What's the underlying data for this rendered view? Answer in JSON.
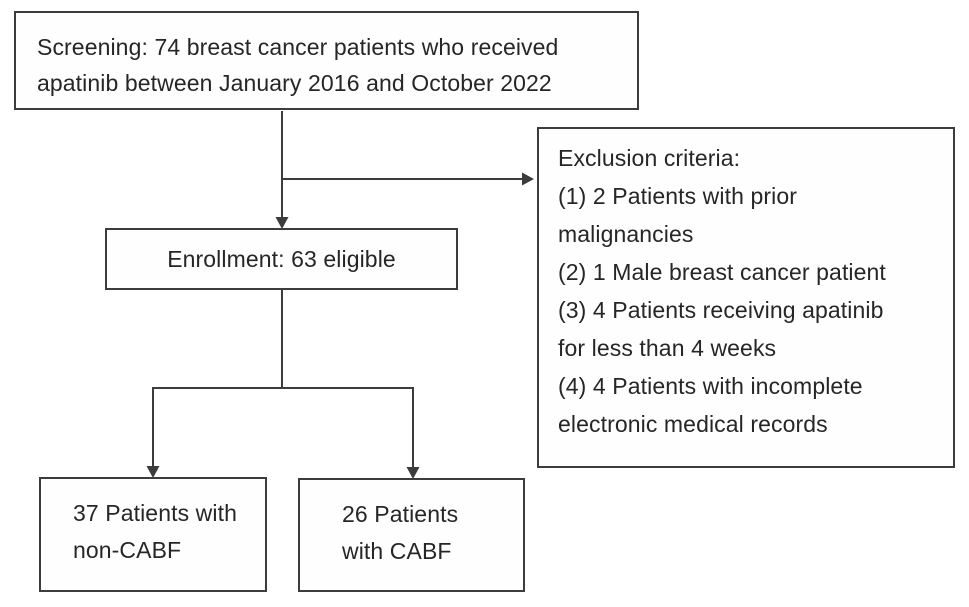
{
  "colors": {
    "background": "#ffffff",
    "box_border": "#3c3c3c",
    "connector": "#3c3c3c",
    "text": "#262626"
  },
  "screening_box": {
    "lines": [
      "Screening: 74 breast cancer patients who received",
      "apatinib between January 2016 and October 2022"
    ]
  },
  "exclusion_box": {
    "lines": [
      "Exclusion criteria:",
      "(1) 2 Patients with prior",
      "malignancies",
      "(2) 1 Male breast cancer patient",
      "(3) 4 Patients receiving apatinib",
      "for less than 4 weeks",
      "(4) 4 Patients with incomplete",
      "electronic medical records"
    ]
  },
  "enrollment_box": {
    "text": "Enrollment: 63 eligible"
  },
  "non_cabf_box": {
    "lines": [
      "37 Patients with",
      "non-CABF"
    ]
  },
  "cabf_box": {
    "lines": [
      "26 Patients",
      "with CABF"
    ]
  }
}
